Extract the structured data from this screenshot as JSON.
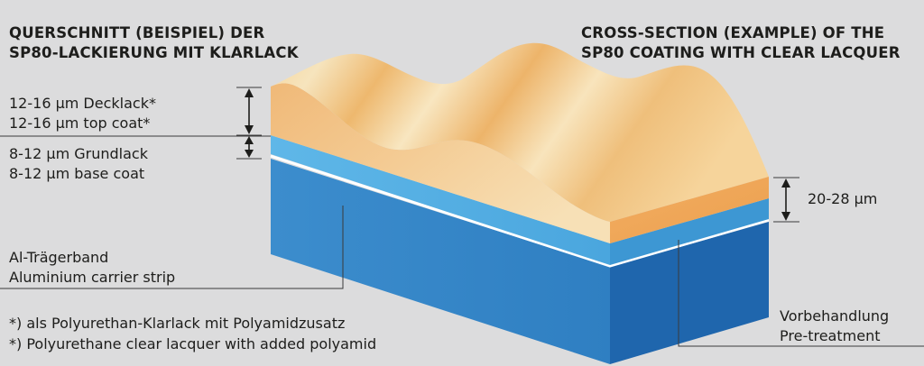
{
  "title_de": {
    "line1": "QUERSCHNITT (BEISPIEL) DER",
    "line2": "SP80-LACKIERUNG MIT KLARLACK"
  },
  "title_en": {
    "line1": "CROSS-SECTION (EXAMPLE) OF THE",
    "line2": "SP80 COATING WITH CLEAR LACQUER"
  },
  "layers": {
    "top_coat": {
      "de": "12-16 µm Decklack*",
      "en": "12-16 µm top coat*"
    },
    "base_coat": {
      "de": "8-12 µm Grundlack",
      "en": "8-12 µm base coat"
    },
    "carrier": {
      "de": "Al-Trägerband",
      "en": "Aluminium carrier strip"
    },
    "pretreatment": {
      "de": "Vorbehandlung",
      "en": "Pre-treatment"
    }
  },
  "total_thickness": "20-28 µm",
  "footnote": {
    "de": "*) als Polyurethan-Klarlack mit Polyamidzusatz",
    "en": "*) Polyurethane clear lacquer with added polyamid"
  },
  "colors": {
    "background": "#dcdcdd",
    "clear_lacquer": "#f2c98a",
    "base_coat": "#5ab2e4",
    "aluminium": "#3a87c8",
    "text": "#1d1d1b"
  }
}
